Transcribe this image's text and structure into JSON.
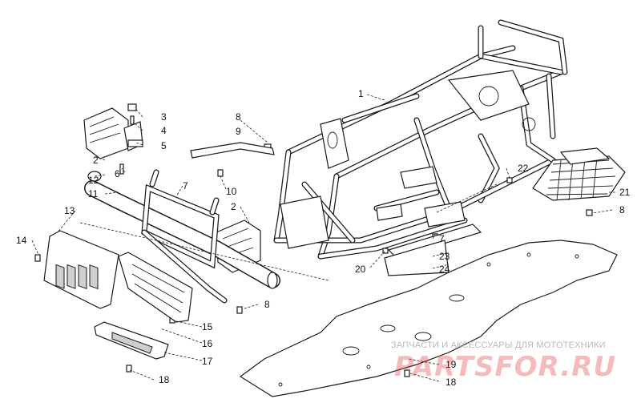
{
  "watermark": {
    "caption": "ЗАПЧАСТИ И АКСЕССУАРЫ ДЛЯ МОТОТЕХНИКИ",
    "logo": "PARTSFOR.RU"
  },
  "callouts": {
    "c1": "1",
    "c2a": "2",
    "c2b": "2",
    "c3": "3",
    "c4": "4",
    "c5": "5",
    "c6": "6",
    "c7a": "7",
    "c7b": "7",
    "c8a": "8",
    "c8b": "8",
    "c8c": "8",
    "c9": "9",
    "c10": "10",
    "c11": "11",
    "c12": "12",
    "c13": "13",
    "c14": "14",
    "c15": "15",
    "c16": "16",
    "c17": "17",
    "c18a": "18",
    "c18b": "18",
    "c19": "19",
    "c20": "20",
    "c21": "21",
    "c22": "22",
    "c23": "23",
    "c24": "24"
  },
  "colors": {
    "line": "#1a1a1a",
    "watermark_red": "#dc3c3c",
    "watermark_grey": "#b9b9b9"
  }
}
